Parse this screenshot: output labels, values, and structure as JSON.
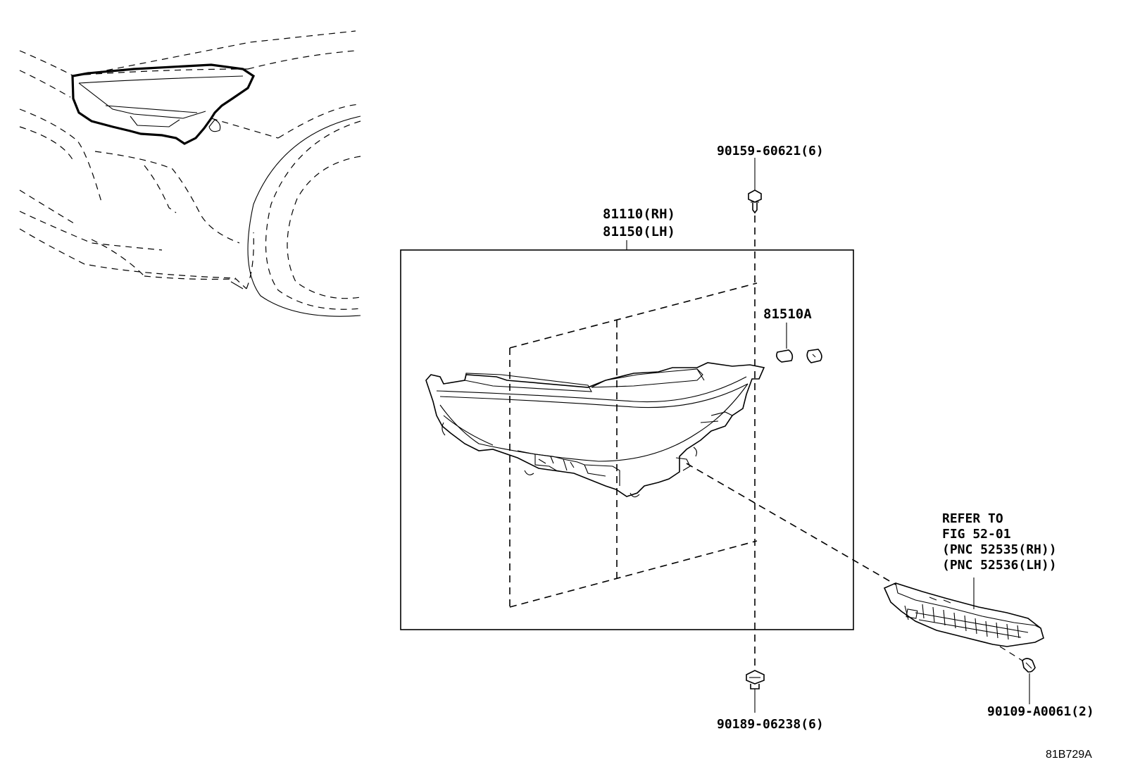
{
  "diagram": {
    "code": "81B729A",
    "callouts": {
      "headlamp_rh": "81110(RH)",
      "headlamp_lh": "81150(LH)",
      "bulb": "81510A",
      "screw_top": "90159-60621(6)",
      "bolt_bottom": "90189-06238(6)",
      "clip": "90109-A0061(2)"
    },
    "reference_note": {
      "line1": "REFER TO",
      "line2": "FIG 52-01",
      "line3": "(PNC 52535(RH))",
      "line4": "(PNC 52536(LH))"
    }
  }
}
